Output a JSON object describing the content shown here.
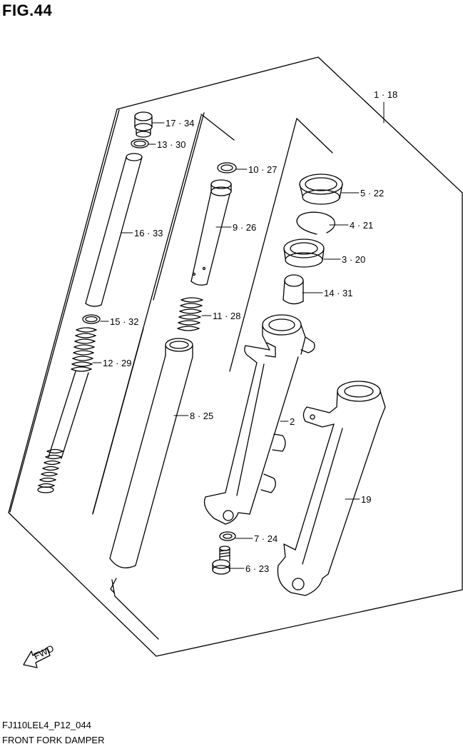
{
  "figure": {
    "title": "FIG.44",
    "code": "FJ110LEL4_P12_044",
    "name": "FRONT FORK DAMPER"
  },
  "fwd_label": "FWD",
  "callouts": [
    {
      "id": "c-1-18",
      "text": "1 · 18"
    },
    {
      "id": "c-17-34",
      "text": "17 · 34"
    },
    {
      "id": "c-13-30",
      "text": "13 · 30"
    },
    {
      "id": "c-16-33",
      "text": "16 · 33"
    },
    {
      "id": "c-15-32",
      "text": "15 · 32"
    },
    {
      "id": "c-12-29",
      "text": "12 · 29"
    },
    {
      "id": "c-10-27",
      "text": "10 · 27"
    },
    {
      "id": "c-9-26",
      "text": "9 · 26"
    },
    {
      "id": "c-11-28",
      "text": "11 · 28"
    },
    {
      "id": "c-8-25",
      "text": "8 · 25"
    },
    {
      "id": "c-5-22",
      "text": "5 · 22"
    },
    {
      "id": "c-4-21",
      "text": "4 · 21"
    },
    {
      "id": "c-3-20",
      "text": "3 · 20"
    },
    {
      "id": "c-14-31",
      "text": "14 · 31"
    },
    {
      "id": "c-2",
      "text": "2"
    },
    {
      "id": "c-19",
      "text": "19"
    },
    {
      "id": "c-7-24",
      "text": "7 · 24"
    },
    {
      "id": "c-6-23",
      "text": "6 · 23"
    }
  ]
}
